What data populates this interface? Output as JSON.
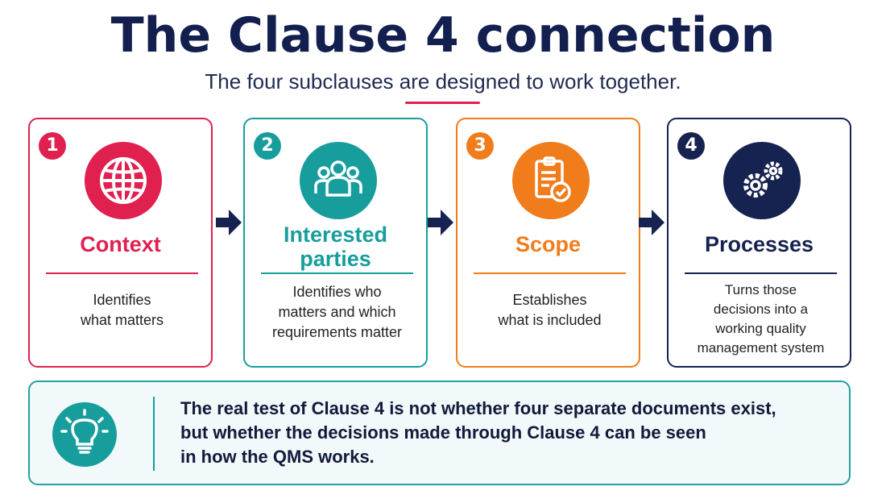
{
  "title": "The Clause 4 connection",
  "subtitle": "The four subclauses are designed to work together.",
  "cards": [
    {
      "number": "1",
      "title_lines": [
        "Context"
      ],
      "desc": "Identifies\nwhat matters",
      "color": "#e0204f",
      "icon": "globe-icon"
    },
    {
      "number": "2",
      "title_lines": [
        "Interested",
        "parties"
      ],
      "desc": "Identifies who\nmatters and which\nrequirements matter",
      "color": "#179e9c",
      "icon": "people-group-icon"
    },
    {
      "number": "3",
      "title_lines": [
        "Scope"
      ],
      "desc": "Establishes\nwhat is included",
      "color": "#f07c1c",
      "icon": "clipboard-check-icon"
    },
    {
      "number": "4",
      "title_lines": [
        "Processes"
      ],
      "desc": "Turns those\ndecisions into a\nworking quality\nmanagement system",
      "color": "#16224f",
      "icon": "gears-icon"
    }
  ],
  "callout": {
    "icon": "lightbulb-icon",
    "lines": [
      "The real test of Clause 4 is not whether four separate documents exist,",
      "but whether the decisions made through Clause 4 can be seen",
      "in how the QMS works."
    ]
  },
  "colors": {
    "navy": "#16224f",
    "accent": "#e0204f",
    "teal": "#179e9c",
    "orange": "#f07c1c"
  }
}
